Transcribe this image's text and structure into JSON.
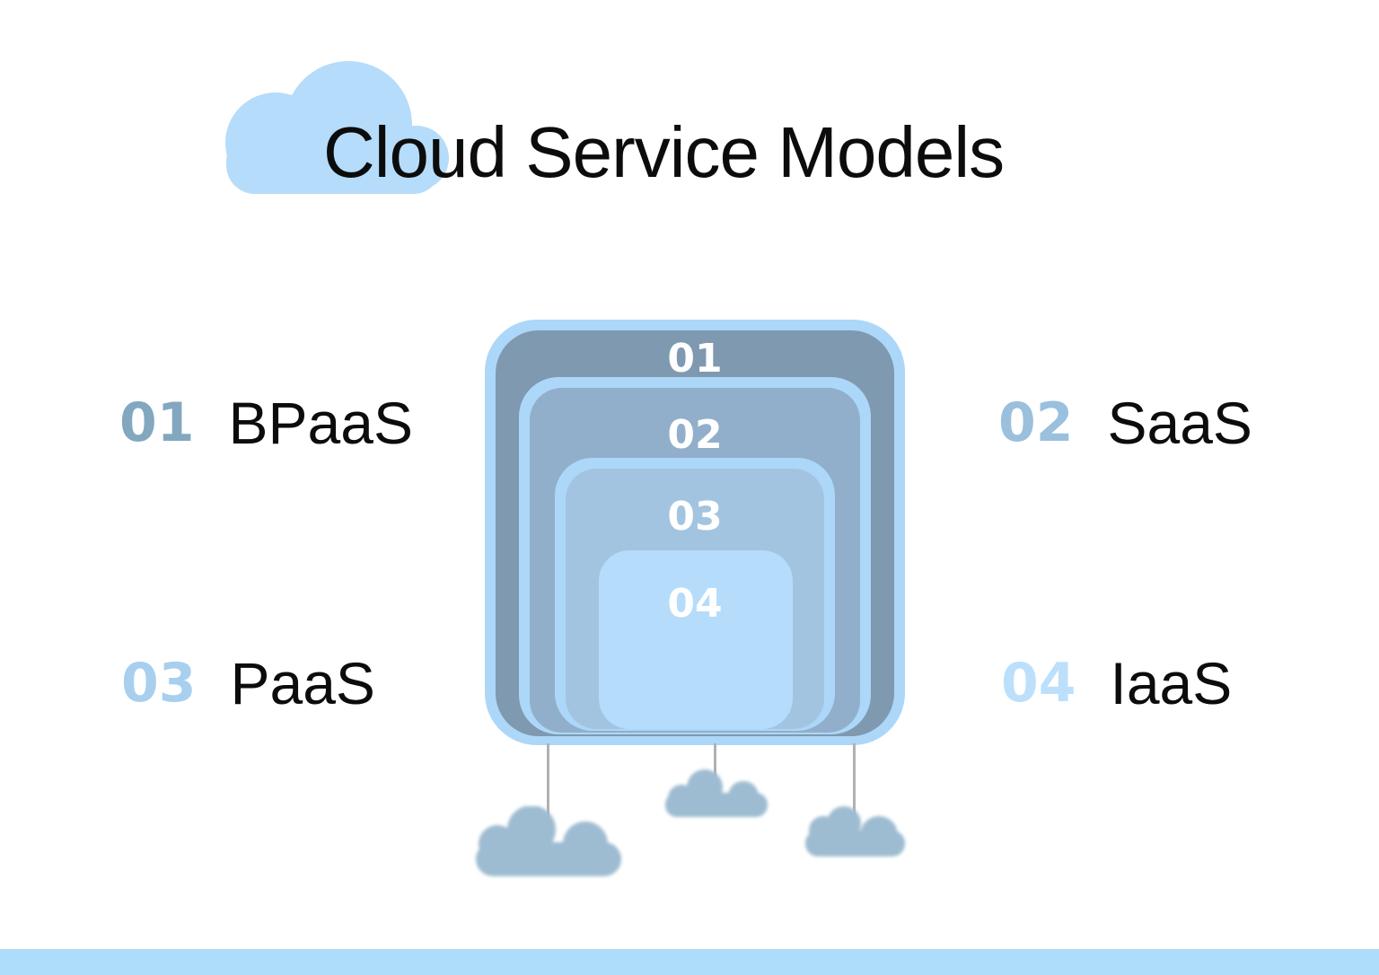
{
  "title": "Cloud Service Models",
  "diagram": {
    "type": "nested-rounded-squares",
    "layers": [
      {
        "number": "01",
        "name": "BPaaS"
      },
      {
        "number": "02",
        "name": "SaaS"
      },
      {
        "number": "03",
        "name": "PaaS"
      },
      {
        "number": "04",
        "name": "IaaS"
      }
    ]
  },
  "legend": {
    "top_left": {
      "number": "01",
      "label": "BPaaS"
    },
    "top_right": {
      "number": "02",
      "label": "SaaS"
    },
    "bottom_left": {
      "number": "03",
      "label": "PaaS"
    },
    "bottom_right": {
      "number": "04",
      "label": "IaaS"
    }
  },
  "icons": {
    "title_cloud": "cloud-icon",
    "hanging_clouds": [
      "hanging-cloud-icon-1",
      "hanging-cloud-icon-2",
      "hanging-cloud-icon-3"
    ]
  },
  "colors": {
    "background": "#FFFFFF",
    "title_text": "#0C0C0C",
    "layer_border_light_blue": "#ACD7F8",
    "layer_01_fill": "#7E99B0",
    "layer_02_fill": "#91AFCB",
    "layer_03_fill": "#A3C4E1",
    "layer_04_fill": "#B5DCFA",
    "layer_number_text": "#FFFFFF",
    "legend_number_01": "#84A7C0",
    "legend_number_02": "#9AC0DE",
    "legend_number_03": "#A8CFEE",
    "legend_number_04": "#BCE0FC",
    "title_cloud_fill": "#B5DCFA",
    "hanging_cloud_fill": "#9EBCD1",
    "string_line": "#B1B1B1",
    "bottom_bar": "#AEDCFB"
  }
}
